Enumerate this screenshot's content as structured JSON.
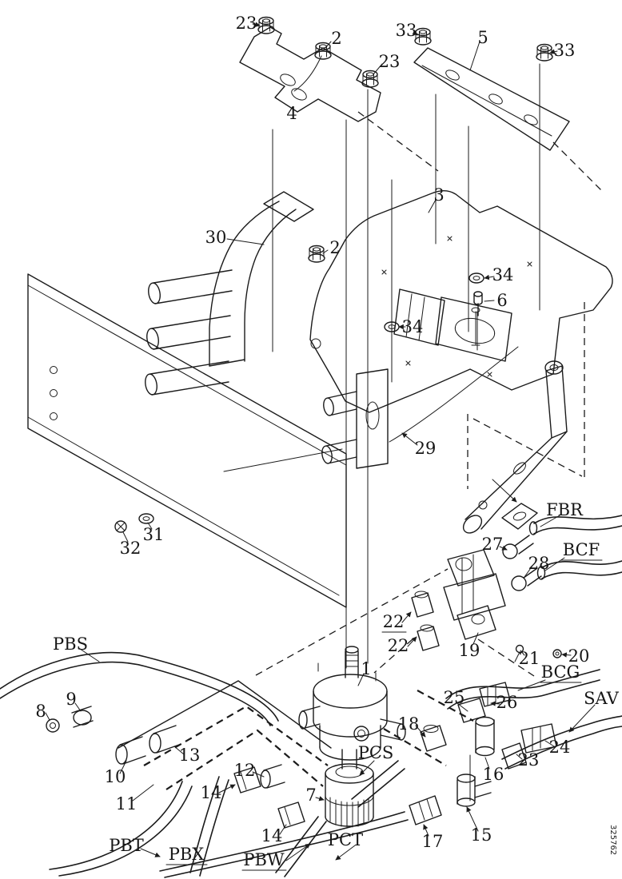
{
  "figure": {
    "type": "exploded-parts-diagram",
    "description": "Isometric exploded view of an air brake valve mounting assembly on a truck frame rail with brackets, fittings and hose port labels",
    "drawing_number": "325762",
    "ink_color": "#1b1b1b",
    "background_color": "#ffffff"
  },
  "callouts": [
    {
      "text": "23"
    },
    {
      "text": "2"
    },
    {
      "text": "23"
    },
    {
      "text": "33"
    },
    {
      "text": "5"
    },
    {
      "text": "33"
    },
    {
      "text": "4"
    },
    {
      "text": "3"
    },
    {
      "text": "30"
    },
    {
      "text": "2"
    },
    {
      "text": "34"
    },
    {
      "text": "6"
    },
    {
      "text": "34"
    },
    {
      "text": "29"
    },
    {
      "text": "31"
    },
    {
      "text": "32"
    },
    {
      "text": "FBR"
    },
    {
      "text": "27"
    },
    {
      "text": "BCF",
      "underlined": true
    },
    {
      "text": "28"
    },
    {
      "text": "22",
      "underlined": true
    },
    {
      "text": "22"
    },
    {
      "text": "19"
    },
    {
      "text": "21"
    },
    {
      "text": "20"
    },
    {
      "text": "BCG",
      "underlined": true
    },
    {
      "text": "25"
    },
    {
      "text": "26"
    },
    {
      "text": "SAV"
    },
    {
      "text": "18"
    },
    {
      "text": "24"
    },
    {
      "text": "23"
    },
    {
      "text": "16"
    },
    {
      "text": "15"
    },
    {
      "text": "17"
    },
    {
      "text": "PCT"
    },
    {
      "text": "7"
    },
    {
      "text": "PCS"
    },
    {
      "text": "1"
    },
    {
      "text": "12"
    },
    {
      "text": "14"
    },
    {
      "text": "14"
    },
    {
      "text": "PBW",
      "underlined": true
    },
    {
      "text": "PBX",
      "underlined": true
    },
    {
      "text": "PBT"
    },
    {
      "text": "13"
    },
    {
      "text": "10"
    },
    {
      "text": "11"
    },
    {
      "text": "9"
    },
    {
      "text": "8"
    },
    {
      "text": "PBS"
    }
  ]
}
